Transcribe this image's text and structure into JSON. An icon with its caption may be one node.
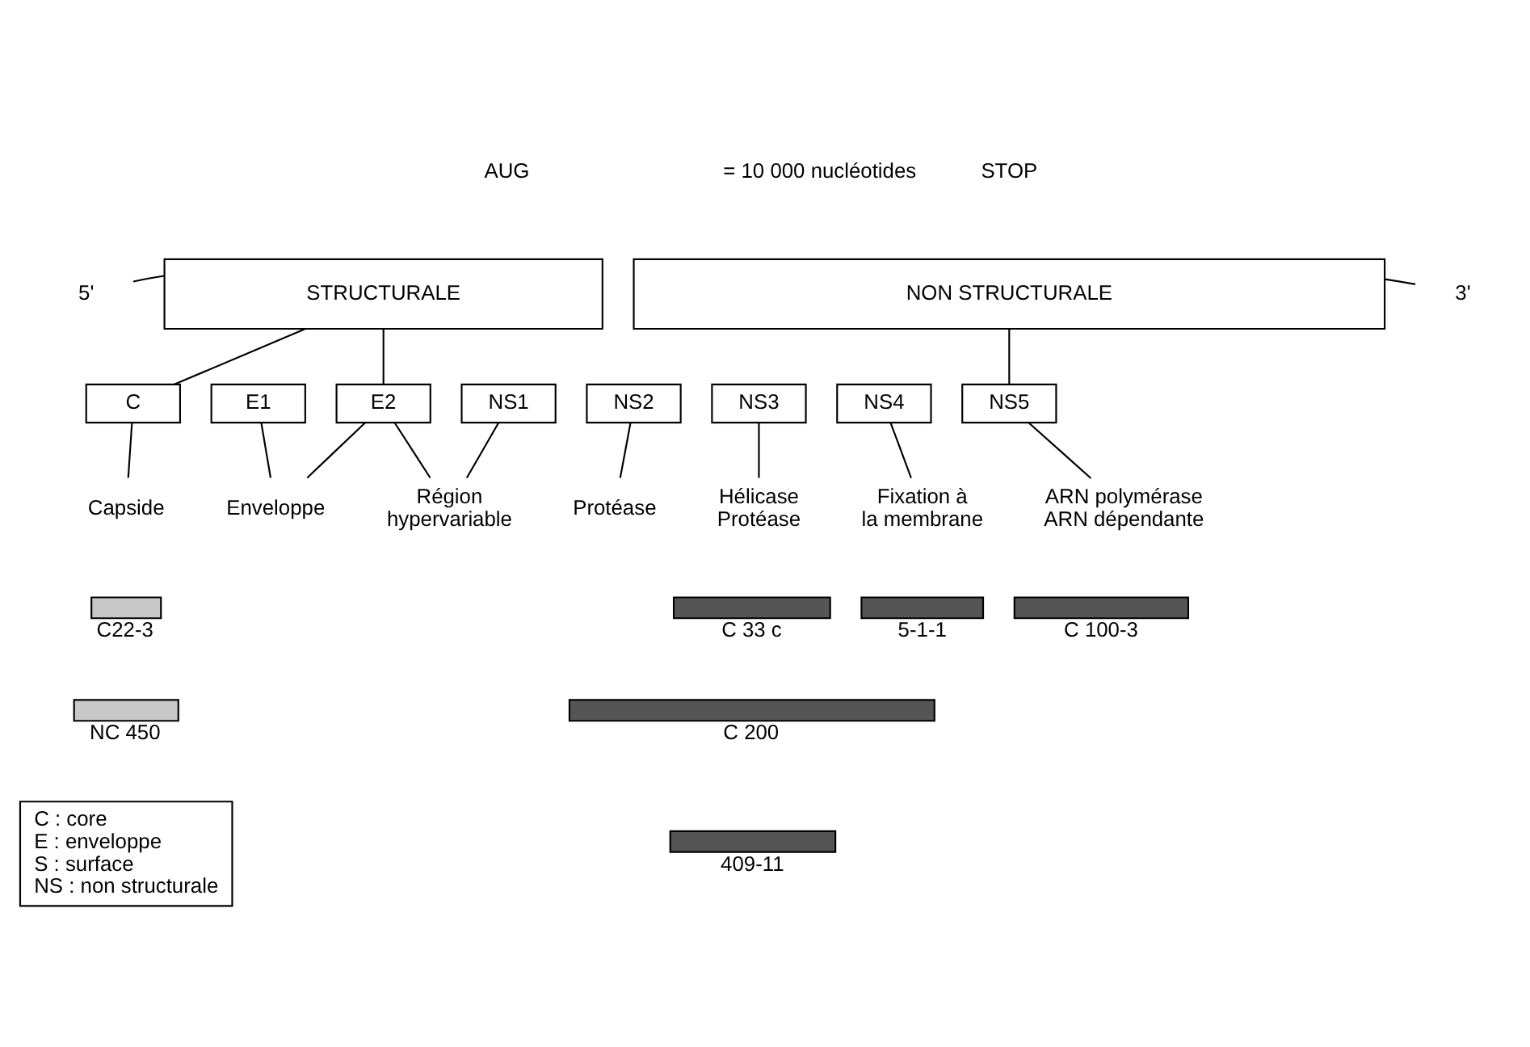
{
  "diagram": {
    "nodes": [
      {
        "text": [
          "5'"
        ]
      },
      {
        "text": [
          "STRUCTURALE"
        ]
      },
      {
        "text": [
          "NON STRUCTURALE"
        ]
      },
      {
        "text": [
          "3'"
        ]
      },
      {
        "text": [
          "C"
        ]
      },
      {
        "text": [
          "E1"
        ]
      },
      {
        "text": [
          "E2"
        ]
      },
      {
        "text": [
          "NS1"
        ]
      },
      {
        "text": [
          "NS2"
        ]
      },
      {
        "text": [
          "NS3"
        ]
      },
      {
        "text": [
          "NS4"
        ]
      },
      {
        "text": [
          "NS5"
        ]
      },
      {
        "text": [
          "Capside"
        ]
      },
      {
        "text": [
          "Enveloppe"
        ]
      },
      {
        "text": [
          "Région hypervariable"
        ]
      },
      {
        "text": [
          "Protéase"
        ]
      },
      {
        "text": [
          "Hélicase Protéase"
        ]
      },
      {
        "text": [
          "Fixation à la membrane"
        ]
      },
      {
        "text": [
          "ARN polymérase ARN dépendante"
        ]
      },
      {
        "text": [],
        "shape": "bar",
        "beside": [
          "C22-3"
        ]
      },
      {
        "text": [],
        "shape": "bar",
        "beside": [
          "NC 450"
        ]
      },
      {
        "text": [],
        "shape": "bar",
        "beside": [
          "5-1-1"
        ]
      },
      {
        "text": [],
        "shape": "bar",
        "beside": [
          "C 33 c"
        ]
      },
      {
        "text": [],
        "shape": "bar",
        "beside": [
          "C 100-3"
        ]
      },
      {
        "text": [],
        "shape": "bar",
        "beside": [
          "C 200"
        ]
      },
      {
        "text": [],
        "shape": "bar",
        "beside": [
          "409-11"
        ]
      },
      {
        "text": [
          "C : core",
          "E : enveloppe",
          "S : surface",
          "NS : non structurale"
        ]
      }
    ],
    "edges": [
      {
        "from": 0,
        "to": 1,
        "arrow": "none"
      },
      {
        "from": 2,
        "to": 3,
        "arrow": "none"
      },
      {
        "from": 1,
        "to": 4,
        "arrow": "none"
      },
      {
        "from": 1,
        "to": 6,
        "arrow": "none"
      },
      {
        "from": 2,
        "to": 11,
        "arrow": "none"
      },
      {
        "from": 4,
        "to": 12,
        "arrow": "none"
      },
      {
        "from": 5,
        "to": 13,
        "arrow": "none"
      },
      {
        "from": 6,
        "to": 13,
        "arrow": "none"
      },
      {
        "from": 6,
        "to": 14,
        "arrow": "none"
      },
      {
        "from": 7,
        "to": 14,
        "arrow": "none"
      },
      {
        "from": 8,
        "to": 15,
        "arrow": "none"
      },
      {
        "from": 9,
        "to": 16,
        "arrow": "none"
      },
      {
        "from": 10,
        "to": 17,
        "arrow": "none"
      },
      {
        "from": 11,
        "to": 18,
        "arrow": "none"
      }
    ],
    "labels": [
      "AUG",
      "= 10 000 nucléotides",
      "STOP"
    ]
  }
}
